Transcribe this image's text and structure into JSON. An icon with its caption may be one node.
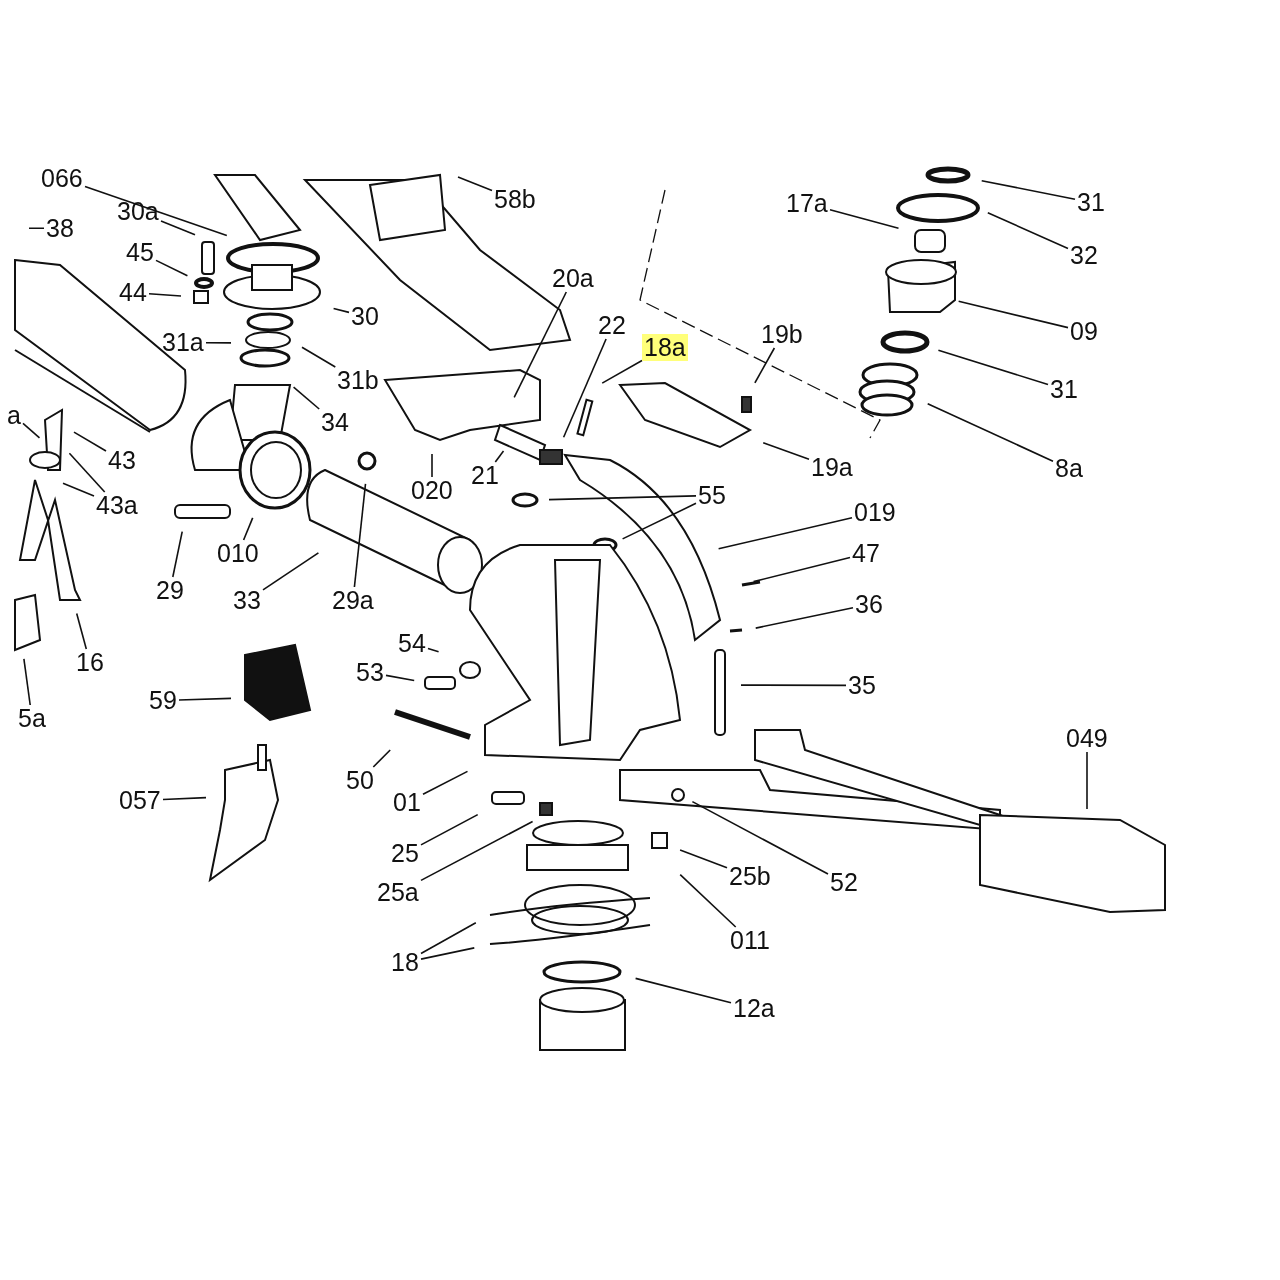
{
  "diagram": {
    "nodes": [
      {
        "text": [
          "066"
        ]
      },
      {
        "text": [
          "38"
        ]
      },
      {
        "text": [
          "30a"
        ]
      },
      {
        "text": [
          "45"
        ]
      },
      {
        "text": [
          "44"
        ]
      },
      {
        "text": [
          "30"
        ]
      },
      {
        "text": [
          "31a"
        ]
      },
      {
        "text": [
          "31b"
        ]
      },
      {
        "text": [
          "34"
        ]
      },
      {
        "text": [
          "a"
        ]
      },
      {
        "text": [
          "43"
        ]
      },
      {
        "text": [
          "43a"
        ]
      },
      {
        "text": [
          "29"
        ]
      },
      {
        "text": [
          "010"
        ]
      },
      {
        "text": [
          "33"
        ]
      },
      {
        "text": [
          "29a"
        ]
      },
      {
        "text": [
          "16"
        ]
      },
      {
        "text": [
          "5a"
        ]
      },
      {
        "text": [
          "59"
        ]
      },
      {
        "text": [
          "057"
        ]
      },
      {
        "text": [
          "58b"
        ]
      },
      {
        "text": [
          "20a"
        ]
      },
      {
        "text": [
          "22"
        ]
      },
      {
        "text": [
          "18a"
        ]
      },
      {
        "text": [
          "19b"
        ]
      },
      {
        "text": [
          "020"
        ]
      },
      {
        "text": [
          "21"
        ]
      },
      {
        "text": [
          "19a"
        ]
      },
      {
        "text": [
          "55"
        ]
      },
      {
        "text": [
          "019"
        ]
      },
      {
        "text": [
          "47"
        ]
      },
      {
        "text": [
          "36"
        ]
      },
      {
        "text": [
          "35"
        ]
      },
      {
        "text": [
          "54"
        ]
      },
      {
        "text": [
          "53"
        ]
      },
      {
        "text": [
          "50"
        ]
      },
      {
        "text": [
          "01"
        ]
      },
      {
        "text": [
          "25"
        ]
      },
      {
        "text": [
          "25a"
        ]
      },
      {
        "text": [
          "25b"
        ]
      },
      {
        "text": [
          "011"
        ]
      },
      {
        "text": [
          "52"
        ]
      },
      {
        "text": [
          "049"
        ]
      },
      {
        "text": [
          "18"
        ]
      },
      {
        "text": [
          "12a"
        ]
      },
      {
        "text": [
          "17a"
        ]
      },
      {
        "text": [
          "31"
        ]
      },
      {
        "text": [
          "32"
        ]
      },
      {
        "text": [
          "09"
        ]
      },
      {
        "text": [
          "31"
        ]
      },
      {
        "text": [
          "8a"
        ]
      }
    ],
    "edges": [
      {
        "from": 0,
        "to": null,
        "arrow": "none"
      },
      {
        "from": 1,
        "to": null,
        "arrow": "none"
      },
      {
        "from": 2,
        "to": null,
        "arrow": "none"
      },
      {
        "from": 3,
        "to": null,
        "arrow": "none"
      },
      {
        "from": 4,
        "to": null,
        "arrow": "none"
      },
      {
        "from": 5,
        "to": null,
        "arrow": "none"
      },
      {
        "from": 6,
        "to": null,
        "arrow": "none"
      },
      {
        "from": 7,
        "to": null,
        "arrow": "none"
      },
      {
        "from": 8,
        "to": null,
        "arrow": "none"
      },
      {
        "from": 9,
        "to": null,
        "arrow": "none"
      },
      {
        "from": 10,
        "to": null,
        "arrow": "none"
      },
      {
        "from": 11,
        "to": null,
        "arrow": "none"
      },
      {
        "from": 11,
        "to": null,
        "arrow": "none"
      },
      {
        "from": 12,
        "to": null,
        "arrow": "none"
      },
      {
        "from": 13,
        "to": null,
        "arrow": "none"
      },
      {
        "from": 14,
        "to": null,
        "arrow": "none"
      },
      {
        "from": 15,
        "to": null,
        "arrow": "none"
      },
      {
        "from": 16,
        "to": null,
        "arrow": "none"
      },
      {
        "from": 17,
        "to": null,
        "arrow": "none"
      },
      {
        "from": 18,
        "to": null,
        "arrow": "none"
      },
      {
        "from": 19,
        "to": null,
        "arrow": "none"
      },
      {
        "from": 20,
        "to": null,
        "arrow": "none"
      },
      {
        "from": 21,
        "to": null,
        "arrow": "none"
      },
      {
        "from": 22,
        "to": null,
        "arrow": "none"
      },
      {
        "from": 23,
        "to": null,
        "arrow": "none"
      },
      {
        "from": 24,
        "to": null,
        "arrow": "none"
      },
      {
        "from": 25,
        "to": null,
        "arrow": "none"
      },
      {
        "from": 26,
        "to": null,
        "arrow": "none"
      },
      {
        "from": 27,
        "to": null,
        "arrow": "none"
      },
      {
        "from": 28,
        "to": null,
        "arrow": "none"
      },
      {
        "from": 28,
        "to": null,
        "arrow": "none"
      },
      {
        "from": 29,
        "to": null,
        "arrow": "none"
      },
      {
        "from": 30,
        "to": null,
        "arrow": "none"
      },
      {
        "from": 31,
        "to": null,
        "arrow": "none"
      },
      {
        "from": 32,
        "to": null,
        "arrow": "none"
      },
      {
        "from": 33,
        "to": null,
        "arrow": "none"
      },
      {
        "from": 34,
        "to": null,
        "arrow": "none"
      },
      {
        "from": 35,
        "to": null,
        "arrow": "none"
      },
      {
        "from": 36,
        "to": null,
        "arrow": "none"
      },
      {
        "from": 37,
        "to": null,
        "arrow": "none"
      },
      {
        "from": 38,
        "to": null,
        "arrow": "none"
      },
      {
        "from": 39,
        "to": null,
        "arrow": "none"
      },
      {
        "from": 40,
        "to": null,
        "arrow": "none"
      },
      {
        "from": 41,
        "to": null,
        "arrow": "none"
      },
      {
        "from": 42,
        "to": null,
        "arrow": "none"
      },
      {
        "from": 43,
        "to": null,
        "arrow": "none"
      },
      {
        "from": 43,
        "to": null,
        "arrow": "none"
      },
      {
        "from": 44,
        "to": null,
        "arrow": "none"
      },
      {
        "from": 45,
        "to": null,
        "arrow": "none"
      },
      {
        "from": 46,
        "to": null,
        "arrow": "none"
      },
      {
        "from": 47,
        "to": null,
        "arrow": "none"
      },
      {
        "from": 48,
        "to": null,
        "arrow": "none"
      },
      {
        "from": 49,
        "to": null,
        "arrow": "none"
      },
      {
        "from": 50,
        "to": null,
        "arrow": "none"
      }
    ]
  }
}
